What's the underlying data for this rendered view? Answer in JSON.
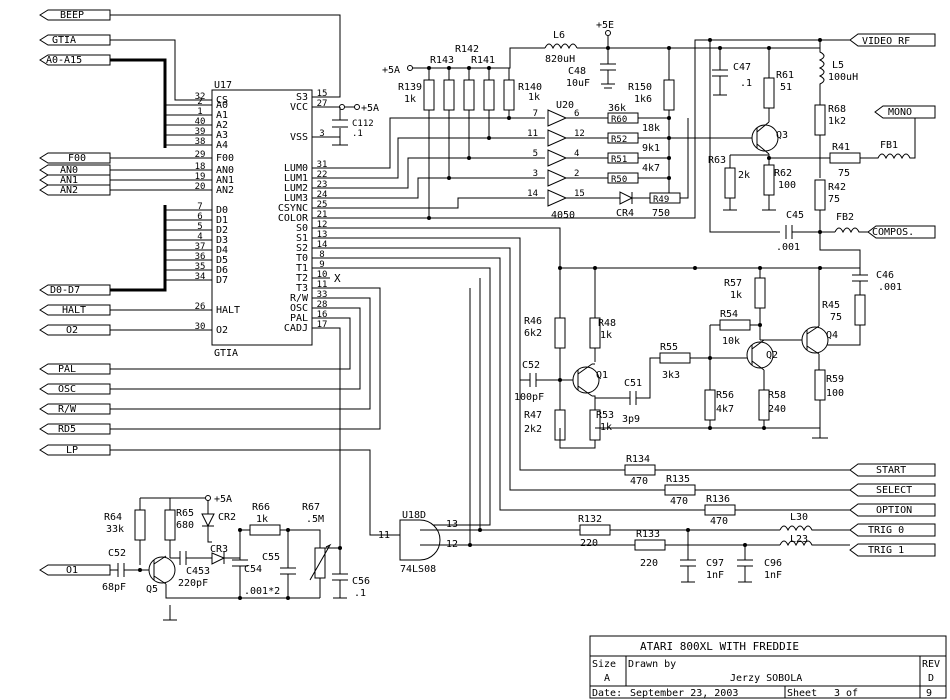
{
  "title_block": {
    "title": "ATARI 800XL WITH FREDDIE",
    "size_label": "Size",
    "size_value": "A",
    "drawn_by_label": "Drawn by",
    "drawn_by": "Jerzy SOBOLA",
    "rev_label": "REV",
    "rev_value": "D",
    "date_label": "Date:",
    "date_value": "September 23, 2003",
    "sheet_label": "Sheet",
    "sheet_value": "3 of",
    "sheet_total": "9"
  },
  "ports_in": [
    "BEEP",
    "GTIA",
    "A0-A15",
    "D0-D7",
    "HALT",
    "O2",
    "O1"
  ],
  "ports_out": [
    "F00",
    "AN0",
    "AN1",
    "AN2",
    "PAL",
    "OSC",
    "R/W",
    "RD5",
    "LP"
  ],
  "ports_right": [
    "VIDEO RF",
    "MONO",
    "COMPOS.",
    "START",
    "SELECT",
    "OPTION",
    "TRIG 0",
    "TRIG 1"
  ],
  "u17": {
    "ref": "U17",
    "name": "GTIA",
    "left_pins": [
      {
        "n": "32",
        "label": "CS"
      },
      {
        "n": "2",
        "label": "A0"
      },
      {
        "n": "1",
        "label": "A1"
      },
      {
        "n": "40",
        "label": "A2"
      },
      {
        "n": "39",
        "label": "A3"
      },
      {
        "n": "38",
        "label": "A4"
      },
      {
        "n": "29",
        "label": "F00"
      },
      {
        "n": "18",
        "label": "AN0"
      },
      {
        "n": "19",
        "label": "AN1"
      },
      {
        "n": "20",
        "label": "AN2"
      },
      {
        "n": "7",
        "label": "D0"
      },
      {
        "n": "6",
        "label": "D1"
      },
      {
        "n": "5",
        "label": "D2"
      },
      {
        "n": "4",
        "label": "D3"
      },
      {
        "n": "37",
        "label": "D4"
      },
      {
        "n": "36",
        "label": "D5"
      },
      {
        "n": "35",
        "label": "D6"
      },
      {
        "n": "34",
        "label": "D7"
      },
      {
        "n": "26",
        "label": "HALT"
      },
      {
        "n": "30",
        "label": "O2"
      }
    ],
    "right_pins": [
      {
        "n": "15",
        "label": "S3"
      },
      {
        "n": "27",
        "label": "VCC"
      },
      {
        "n": "3",
        "label": "VSS"
      },
      {
        "n": "31",
        "label": "LUM0"
      },
      {
        "n": "22",
        "label": "LUM1"
      },
      {
        "n": "23",
        "label": "LUM2"
      },
      {
        "n": "24",
        "label": "LUM3"
      },
      {
        "n": "25",
        "label": "CSYNC"
      },
      {
        "n": "21",
        "label": "COLOR"
      },
      {
        "n": "12",
        "label": "S0"
      },
      {
        "n": "13",
        "label": "S1"
      },
      {
        "n": "14",
        "label": "S2"
      },
      {
        "n": "8",
        "label": "T0"
      },
      {
        "n": "9",
        "label": "T1"
      },
      {
        "n": "10",
        "label": "T2"
      },
      {
        "n": "11",
        "label": "T3"
      },
      {
        "n": "33",
        "label": "R/W"
      },
      {
        "n": "28",
        "label": "OSC"
      },
      {
        "n": "16",
        "label": "PAL"
      },
      {
        "n": "17",
        "label": "CADJ"
      }
    ]
  },
  "u20": {
    "ref": "U20",
    "name": "4050",
    "buffers": [
      {
        "in": "7",
        "out": "6"
      },
      {
        "in": "11",
        "out": "12"
      },
      {
        "in": "5",
        "out": "4"
      },
      {
        "in": "3",
        "out": "2"
      },
      {
        "in": "14",
        "out": "15"
      }
    ]
  },
  "u18": {
    "ref": "U18D",
    "name": "74LS08",
    "pin_in": "11",
    "pin_a": "13",
    "pin_b": "12"
  },
  "rails": {
    "p5a": "+5A",
    "p5e": "+5E"
  },
  "parts": {
    "R139": [
      "R139",
      "1k"
    ],
    "R143": [
      "R143",
      ""
    ],
    "R142": [
      "R142",
      ""
    ],
    "R141": [
      "R141",
      ""
    ],
    "R140": [
      "R140",
      "1k"
    ],
    "L6": [
      "L6",
      "820uH"
    ],
    "C48": [
      "C48",
      "10uF"
    ],
    "R150": [
      "R150",
      "1k6"
    ],
    "C47": [
      "C47",
      ".1"
    ],
    "R61": [
      "R61",
      "51"
    ],
    "L5": [
      "L5",
      "100uH"
    ],
    "R68": [
      "R68",
      "1k2"
    ],
    "R60": [
      "R60",
      "36k"
    ],
    "R52": [
      "R52",
      "18k"
    ],
    "R51": [
      "R51",
      "9k1"
    ],
    "R50": [
      "R50",
      "4k7"
    ],
    "R49": [
      "R49",
      "750"
    ],
    "CR4": [
      "CR4",
      ""
    ],
    "Q3": [
      "Q3",
      ""
    ],
    "R63": [
      "R63",
      "2k"
    ],
    "R62": [
      "R62",
      "100"
    ],
    "R41": [
      "R41",
      "75"
    ],
    "FB1": [
      "FB1",
      ""
    ],
    "R42": [
      "R42",
      "75"
    ],
    "C45": [
      "C45",
      ".001"
    ],
    "FB2": [
      "FB2",
      ""
    ],
    "C46": [
      "C46",
      ".001"
    ],
    "C112": [
      "C112",
      ".1"
    ],
    "R46": [
      "R46",
      "6k2"
    ],
    "R48": [
      "R48",
      "1k"
    ],
    "R57": [
      "R57",
      "1k"
    ],
    "R54": [
      "R54",
      "10k"
    ],
    "R55": [
      "R55",
      "3k3"
    ],
    "C52a": [
      "C52",
      "100pF"
    ],
    "Q1": [
      "Q1",
      ""
    ],
    "C51": [
      "C51",
      "3p9"
    ],
    "Q2": [
      "Q2",
      ""
    ],
    "Q4": [
      "Q4",
      ""
    ],
    "R45": [
      "R45",
      "75"
    ],
    "R47": [
      "R47",
      "2k2"
    ],
    "R53": [
      "R53",
      "1k"
    ],
    "R56": [
      "R56",
      "4k7"
    ],
    "R58": [
      "R58",
      "240"
    ],
    "R59": [
      "R59",
      "100"
    ],
    "R134": [
      "R134",
      "470"
    ],
    "R135": [
      "R135",
      "470"
    ],
    "R136": [
      "R136",
      "470"
    ],
    "R132": [
      "R132",
      "220"
    ],
    "R133": [
      "R133",
      "220"
    ],
    "L30": [
      "L30",
      ""
    ],
    "L23": [
      "L23",
      ""
    ],
    "C97": [
      "C97",
      "1nF"
    ],
    "C96": [
      "C96",
      "1nF"
    ],
    "R64": [
      "R64",
      "33k"
    ],
    "R65": [
      "R65",
      "680"
    ],
    "C52b": [
      "C52",
      "68pF"
    ],
    "Q5": [
      "Q5",
      ""
    ],
    "CR2": [
      "CR2",
      ""
    ],
    "CR3": [
      "CR3",
      ""
    ],
    "C453": [
      "C453",
      "220pF"
    ],
    "R66": [
      "R66",
      "1k"
    ],
    "C54": [
      "C54",
      ".001*2"
    ],
    "C55": [
      "C55",
      ""
    ],
    "R67": [
      "R67",
      ".5M"
    ],
    "C56": [
      "C56",
      ".1"
    ]
  },
  "no_connect": "X"
}
